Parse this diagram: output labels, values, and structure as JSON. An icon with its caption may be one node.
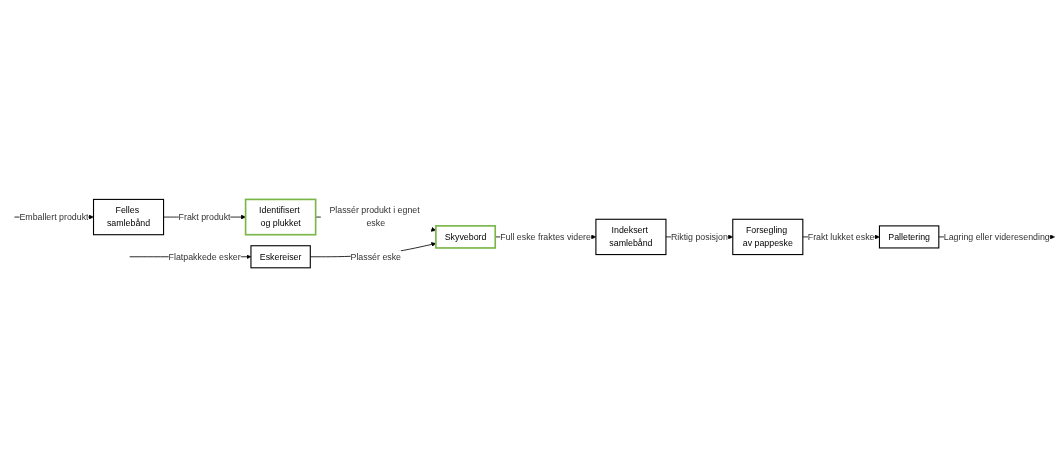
{
  "diagram": {
    "nodes": [
      {
        "text": [
          "Felles samlebånd"
        ]
      },
      {
        "text": [
          "Identifisert og plukket"
        ]
      },
      {
        "text": [
          "Eskereiser"
        ]
      },
      {
        "text": [
          "Skyvebord"
        ]
      },
      {
        "text": [
          "Indeksert samlebånd"
        ]
      },
      {
        "text": [
          "Forsegling av pappeske"
        ]
      },
      {
        "text": [
          "Palletering"
        ]
      }
    ],
    "edges": [
      {
        "from": null,
        "to": 0,
        "arrow": "to",
        "label": "Emballert produkt"
      },
      {
        "from": 0,
        "to": 1,
        "arrow": "to",
        "label": "Frakt produkt"
      },
      {
        "from": 1,
        "to": 3,
        "arrow": "to",
        "label": "Plassér produkt i egnet eske"
      },
      {
        "from": null,
        "to": 2,
        "arrow": "to",
        "label": "Flatpakkede esker"
      },
      {
        "from": 2,
        "to": 3,
        "arrow": "to",
        "label": "Plassér eske"
      },
      {
        "from": 3,
        "to": 4,
        "arrow": "to",
        "label": "Full eske fraktes videre"
      },
      {
        "from": 4,
        "to": 5,
        "arrow": "to",
        "label": "Riktig posisjon"
      },
      {
        "from": 5,
        "to": 6,
        "arrow": "to",
        "label": "Frakt lukket eske"
      },
      {
        "from": 6,
        "to": null,
        "arrow": "to",
        "label": "Lagring eller videresending"
      }
    ]
  }
}
